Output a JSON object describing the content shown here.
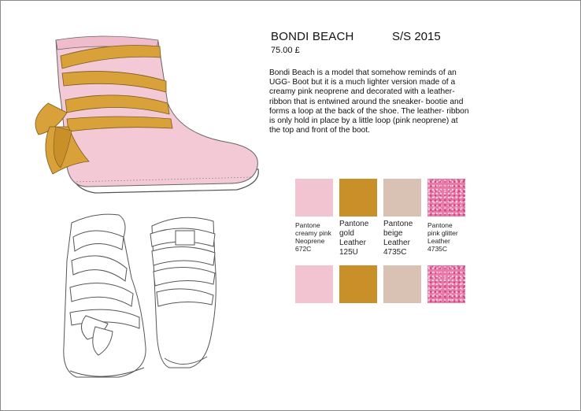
{
  "product": {
    "title": "BONDI BEACH",
    "season": "S/S 2015",
    "price": "75.00 £",
    "description": "Bondi Beach is a model that somehow reminds of an UGG- Boot but it is a much lighter version made of a creamy pink neoprene and decorated with a leather-ribbon that is entwined around the sneaker- bootie and forms a loop at the back of the shoe. The leather- ribbon is only hold in place by a little loop (pink neoprene) at the top and front of the boot."
  },
  "swatches": [
    {
      "color": "#f2c4d2",
      "label": "Pantone creamy pink Neoprene 672C",
      "pattern": "solid"
    },
    {
      "color": "#c9902a",
      "label": "Pantone gold Leather 125U",
      "pattern": "solid"
    },
    {
      "color": "#d9c2b3",
      "label": "Pantone beige Leather 4735C",
      "pattern": "solid"
    },
    {
      "color": "#e87aa8",
      "label": "Pantone pink glitter Leather 4735C",
      "pattern": "glitter"
    }
  ],
  "colors": {
    "boot_pink": "#f4c9d6",
    "ribbon_gold": "#d8a13a",
    "outline": "#555555"
  }
}
